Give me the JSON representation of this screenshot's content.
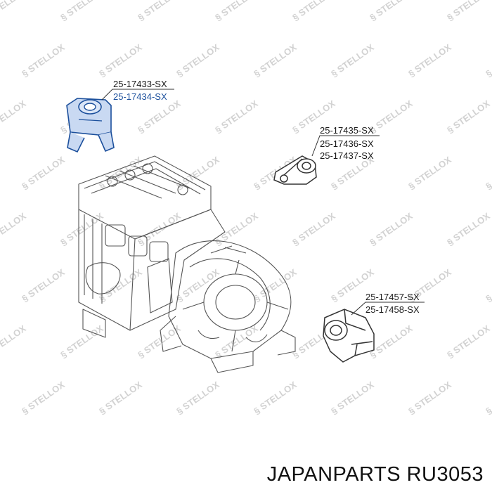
{
  "watermark_text": "STELLOX",
  "diagram": {
    "mounts": [
      {
        "name": "top-left-mount",
        "part_numbers": [
          "25-17433-SX",
          "25-17434-SX"
        ],
        "highlighted": true
      },
      {
        "name": "right-mount",
        "part_numbers": [
          "25-17435-SX",
          "25-17436-SX",
          "25-17437-SX"
        ],
        "highlighted": false
      },
      {
        "name": "bottom-right-mount",
        "part_numbers": [
          "25-17457-SX",
          "25-17458-SX"
        ],
        "highlighted": false
      }
    ]
  },
  "caption": "JAPANPARTS RU3053",
  "colors": {
    "highlight_fill": "#c9d9f2",
    "highlight_stroke": "#1b4f9c",
    "line": "#333333",
    "watermark": "#d2d2d2"
  }
}
